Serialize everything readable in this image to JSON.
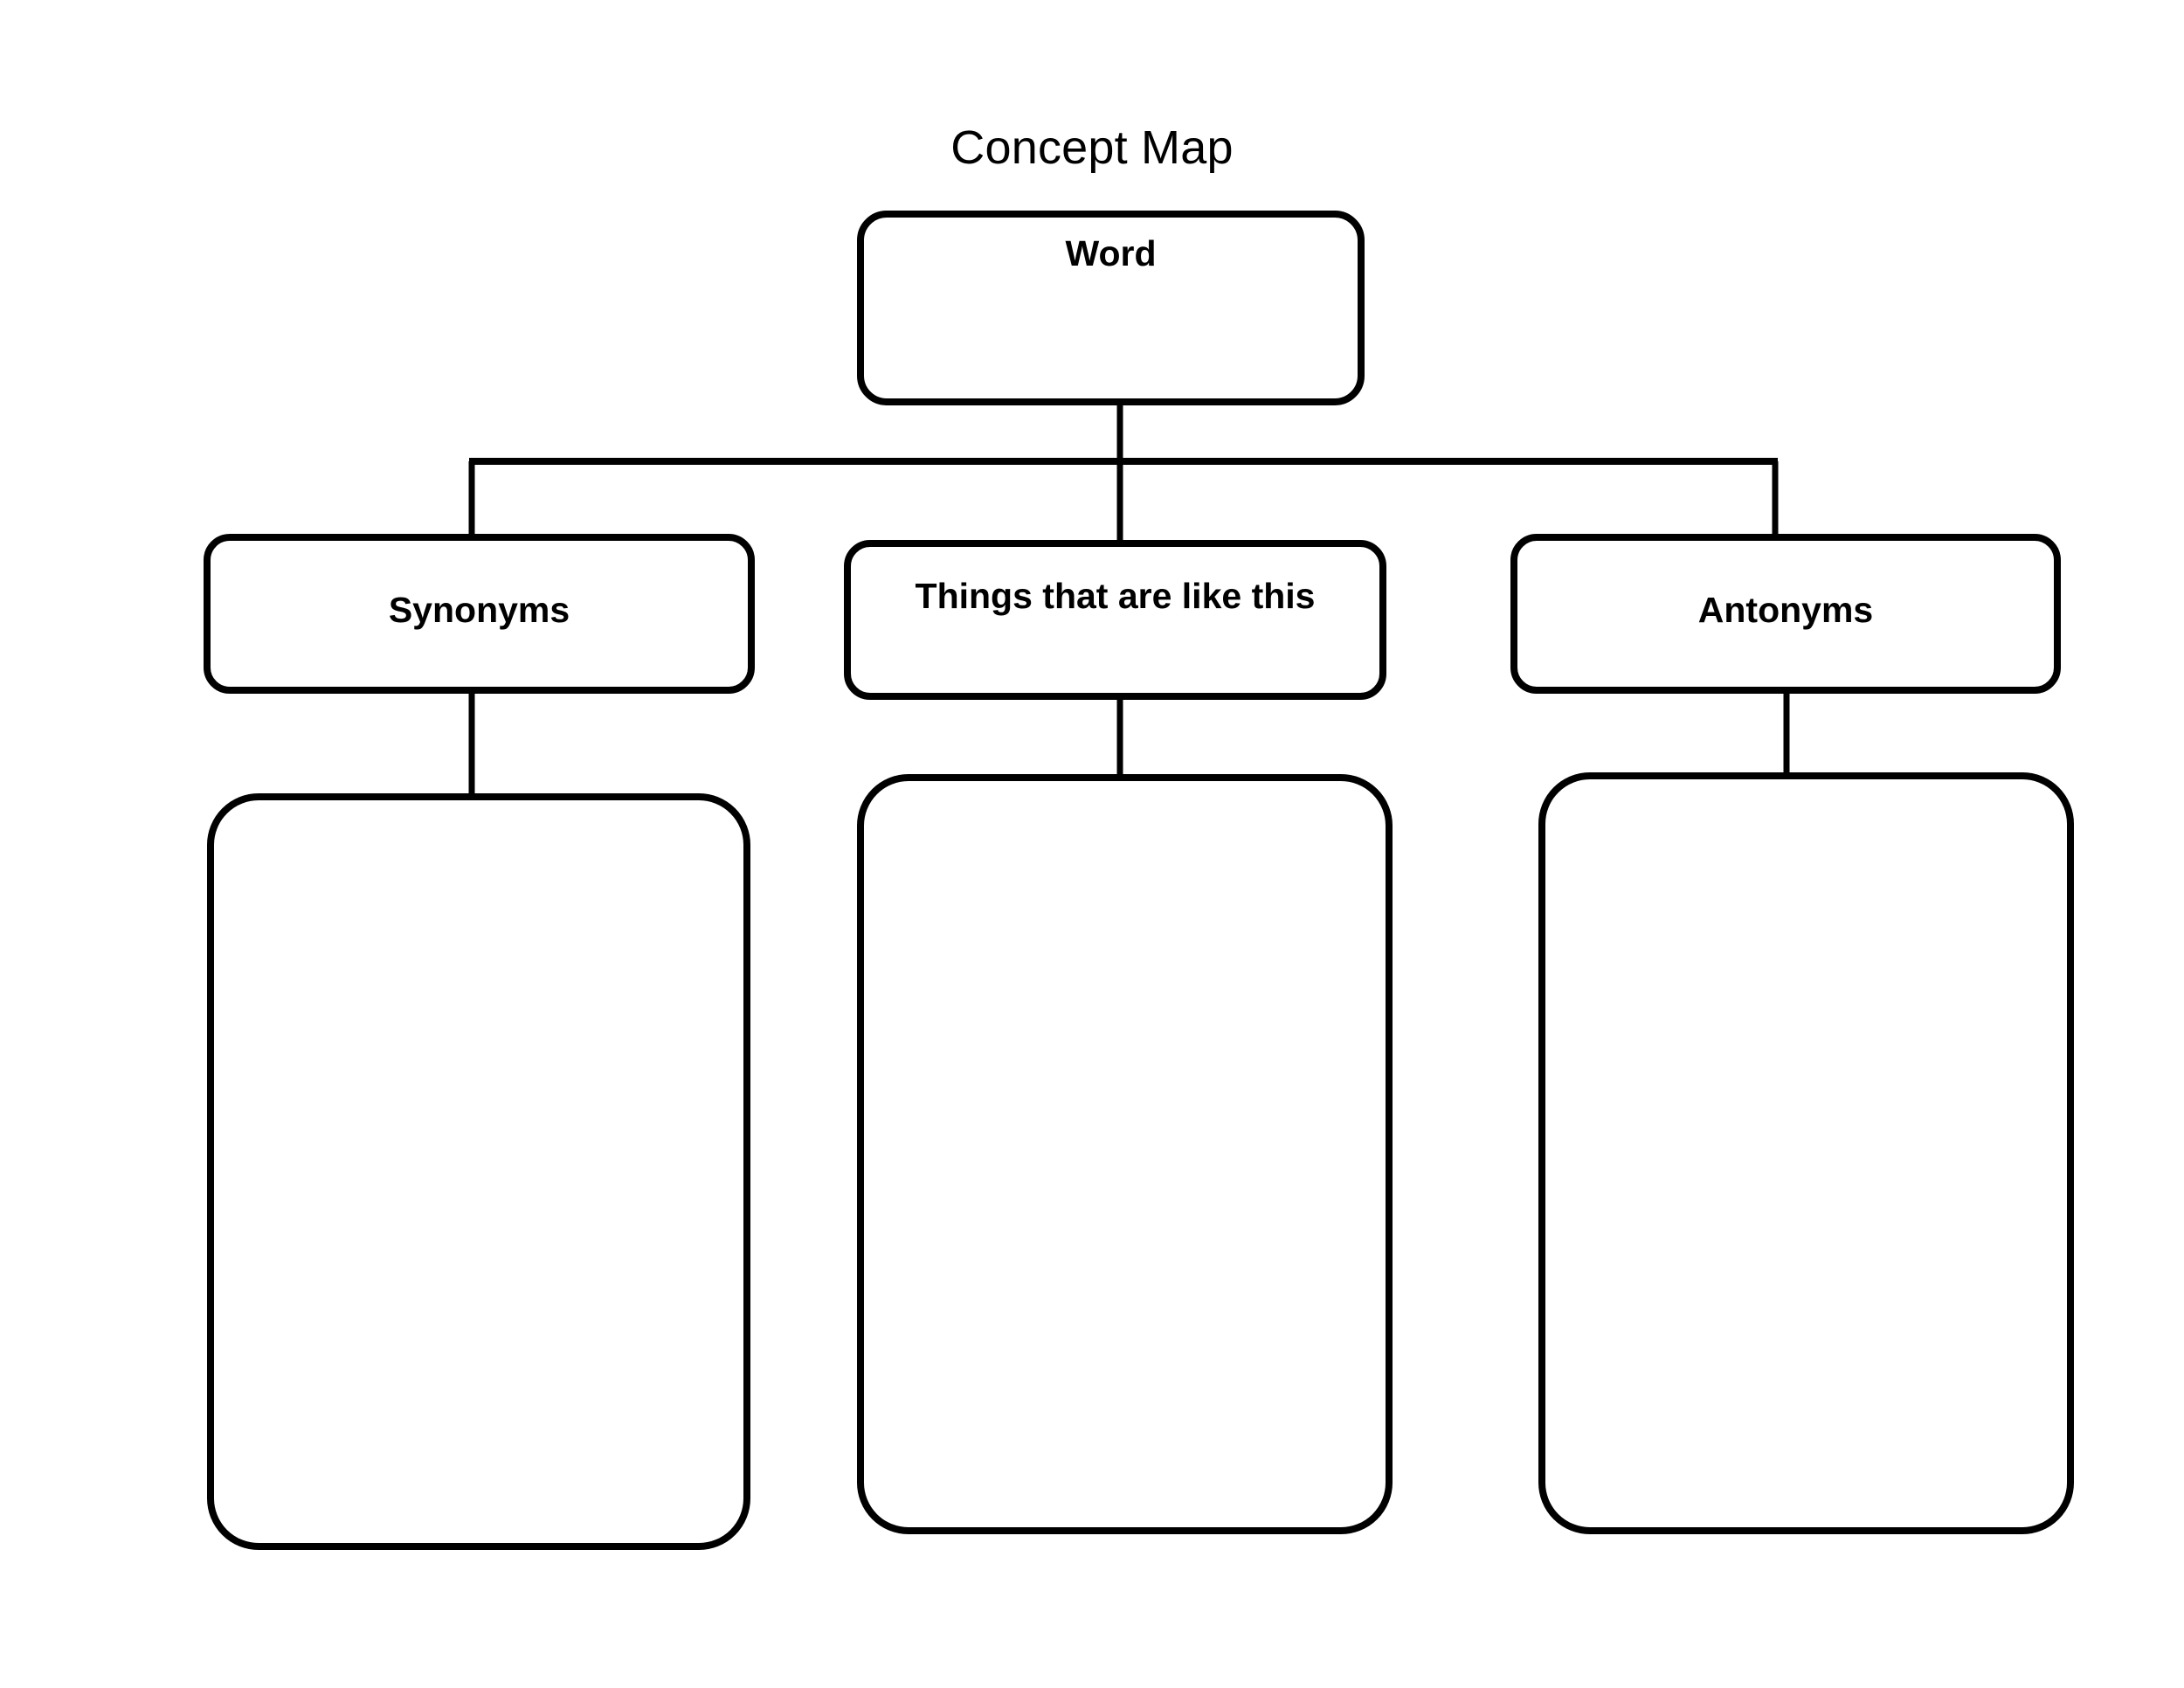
{
  "document": {
    "title": "Concept Map",
    "background_color": "#ffffff",
    "line_color": "#000000",
    "stroke_width": 7
  },
  "diagram": {
    "type": "concept-map",
    "root": {
      "id": "word",
      "label": "Word",
      "children": [
        "synonyms",
        "things-like-this",
        "antonyms"
      ]
    },
    "categories": [
      {
        "id": "synonyms",
        "label": "Synonyms",
        "entry_box_id": "synonyms-entry",
        "entry_box_label": ""
      },
      {
        "id": "things-like-this",
        "label": "Things that are like this",
        "entry_box_id": "things-entry",
        "entry_box_label": ""
      },
      {
        "id": "antonyms",
        "label": "Antonyms",
        "entry_box_id": "antonyms-entry",
        "entry_box_label": ""
      }
    ],
    "connectors": [
      {
        "from": "word",
        "to": "branch-bar",
        "style": "straight"
      },
      {
        "from": "branch-bar",
        "to": "synonyms",
        "style": "elbow"
      },
      {
        "from": "branch-bar",
        "to": "things-like-this",
        "style": "straight"
      },
      {
        "from": "branch-bar",
        "to": "antonyms",
        "style": "elbow"
      },
      {
        "from": "synonyms",
        "to": "synonyms-entry",
        "style": "straight"
      },
      {
        "from": "things-like-this",
        "to": "things-entry",
        "style": "straight"
      },
      {
        "from": "antonyms",
        "to": "antonyms-entry",
        "style": "straight"
      }
    ]
  }
}
